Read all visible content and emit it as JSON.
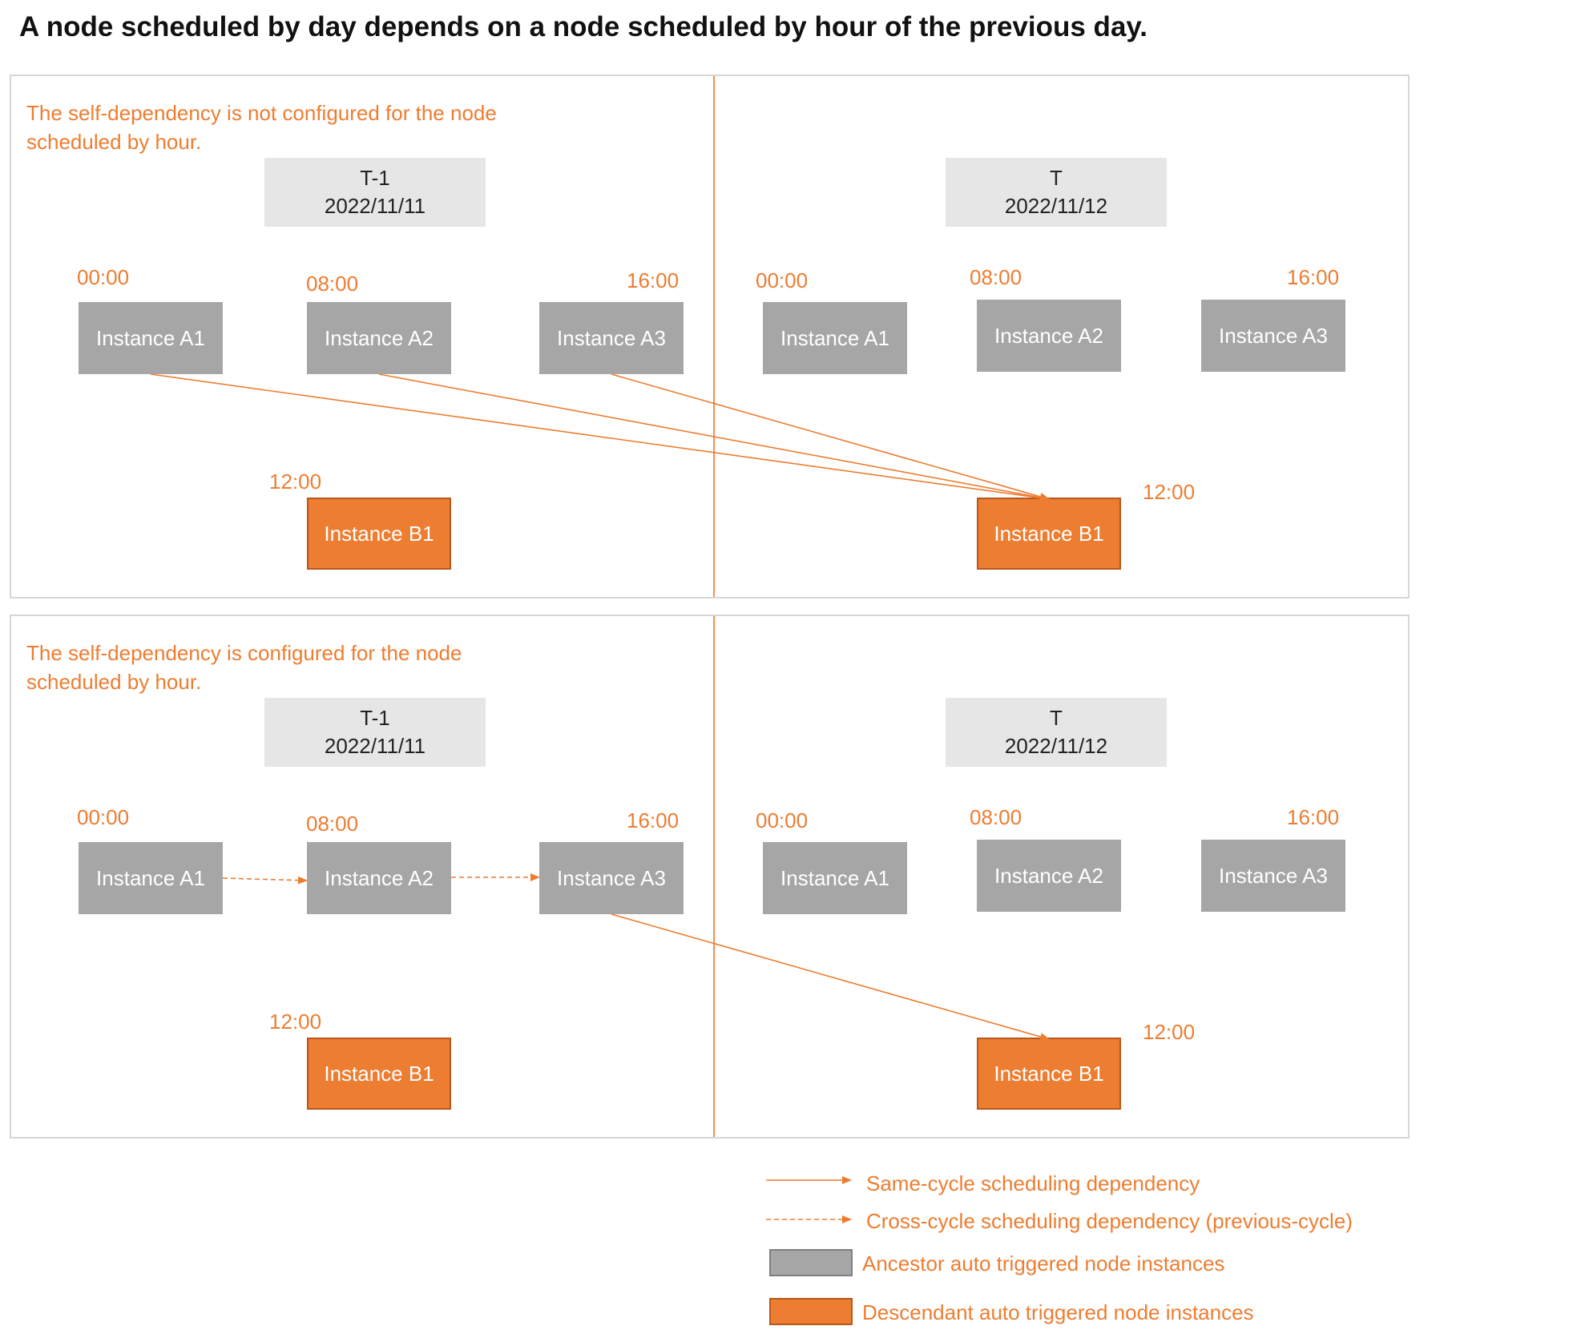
{
  "title": "A node scheduled by day depends on a node scheduled by hour of the previous day.",
  "colors": {
    "accent": "#ed7d31",
    "ancestor": "#a6a6a6",
    "date_box": "#e6e6e6",
    "border": "#d6d6d6"
  },
  "panels": [
    {
      "note": "The self-dependency is not configured for the node scheduled by hour.",
      "left": {
        "day_label": "T-1",
        "date": "2022/11/11",
        "a1": {
          "time": "00:00",
          "label": "Instance A1"
        },
        "a2": {
          "time": "08:00",
          "label": "Instance A2"
        },
        "a3": {
          "time": "16:00",
          "label": "Instance A3"
        },
        "b1": {
          "time": "12:00",
          "label": "Instance B1"
        }
      },
      "right": {
        "day_label": "T",
        "date": "2022/11/12",
        "a1": {
          "time": "00:00",
          "label": "Instance A1"
        },
        "a2": {
          "time": "08:00",
          "label": "Instance A2"
        },
        "a3": {
          "time": "16:00",
          "label": "Instance A3"
        },
        "b1": {
          "time": "12:00",
          "label": "Instance B1"
        }
      }
    },
    {
      "note": "The self-dependency is configured for the node scheduled by hour.",
      "left": {
        "day_label": "T-1",
        "date": "2022/11/11",
        "a1": {
          "time": "00:00",
          "label": "Instance A1"
        },
        "a2": {
          "time": "08:00",
          "label": "Instance A2"
        },
        "a3": {
          "time": "16:00",
          "label": "Instance A3"
        },
        "b1": {
          "time": "12:00",
          "label": "Instance B1"
        }
      },
      "right": {
        "day_label": "T",
        "date": "2022/11/12",
        "a1": {
          "time": "00:00",
          "label": "Instance A1"
        },
        "a2": {
          "time": "08:00",
          "label": "Instance A2"
        },
        "a3": {
          "time": "16:00",
          "label": "Instance A3"
        },
        "b1": {
          "time": "12:00",
          "label": "Instance B1"
        }
      }
    }
  ],
  "legend": {
    "same_cycle": "Same-cycle scheduling dependency",
    "cross_cycle": "Cross-cycle scheduling dependency (previous-cycle)",
    "ancestor": "Ancestor auto triggered node instances",
    "descendant": "Descendant auto triggered node instances"
  }
}
